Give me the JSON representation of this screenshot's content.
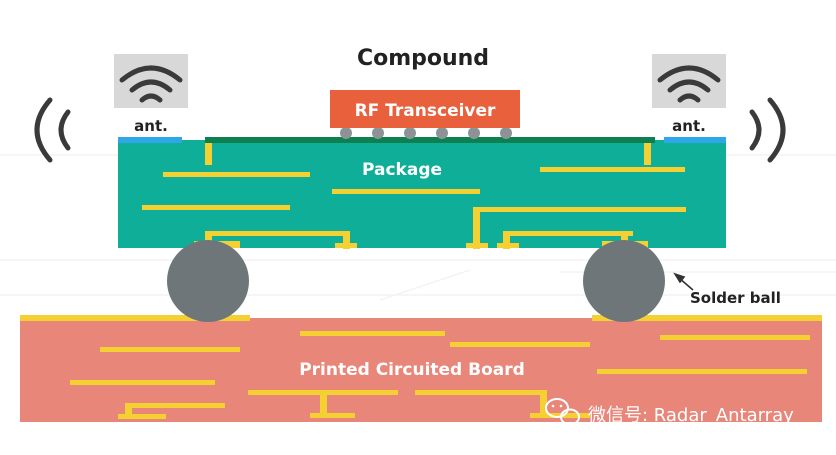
{
  "labels": {
    "compound": "Compound",
    "rf_transceiver": "RF Transceiver",
    "package": "Package",
    "antenna_left": "ant.",
    "antenna_right": "ant.",
    "solder_ball": "Solder ball",
    "pcb": "Printed Circuited Board"
  },
  "watermark": {
    "text": "微信号: Radar_Antarray",
    "icon": "wechat-icon"
  },
  "colors": {
    "package": "#0fae98",
    "pcb": "#e8867a",
    "rf_chip": "#e8603c",
    "trace": "#f5d033",
    "solder": "#6f767a",
    "antenna_patch": "#2fa6e8",
    "antenna_box": "#d8d8d8",
    "wave": "#3a3a3a"
  }
}
